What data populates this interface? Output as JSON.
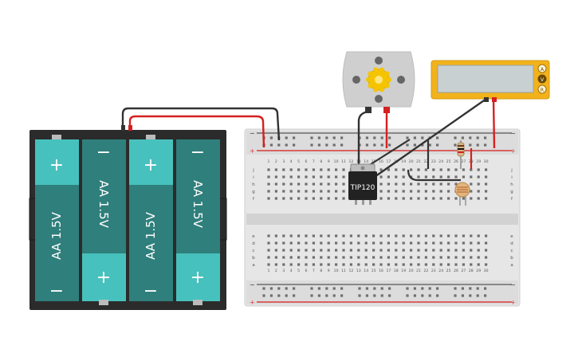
{
  "battery_pack": {
    "cells": [
      {
        "label": "AA 1.5V",
        "top_sign": "+",
        "bottom_sign": "−"
      },
      {
        "label": "AA 1.5V",
        "top_sign": "−",
        "bottom_sign": "+"
      },
      {
        "label": "AA 1.5V",
        "top_sign": "+",
        "bottom_sign": "−"
      },
      {
        "label": "AA 1.5V",
        "top_sign": "−",
        "bottom_sign": "+"
      }
    ]
  },
  "breadboard": {
    "column_numbers": [
      "1",
      "2",
      "3",
      "4",
      "5",
      "6",
      "7",
      "8",
      "9",
      "10",
      "11",
      "12",
      "13",
      "14",
      "15",
      "16",
      "17",
      "18",
      "19",
      "20",
      "21",
      "22",
      "23",
      "24",
      "25",
      "26",
      "27",
      "28",
      "29",
      "30"
    ],
    "upper_rows": [
      "j",
      "i",
      "h",
      "g",
      "f"
    ],
    "lower_rows": [
      "e",
      "d",
      "c",
      "b",
      "a"
    ],
    "rail_plus": "+",
    "rail_minus": "−"
  },
  "transistor": {
    "label": "TIP120"
  },
  "multimeter": {
    "modes": [
      "A",
      "V",
      "R"
    ]
  },
  "colors": {
    "battery_case": "#2b2b2b",
    "cell_teal": "#2f7f7c",
    "cell_light": "#47c1bd",
    "wire_red": "#d42121",
    "wire_black": "#333333",
    "rail_red": "#d63b3b",
    "multimeter_body": "#f2b21b"
  }
}
